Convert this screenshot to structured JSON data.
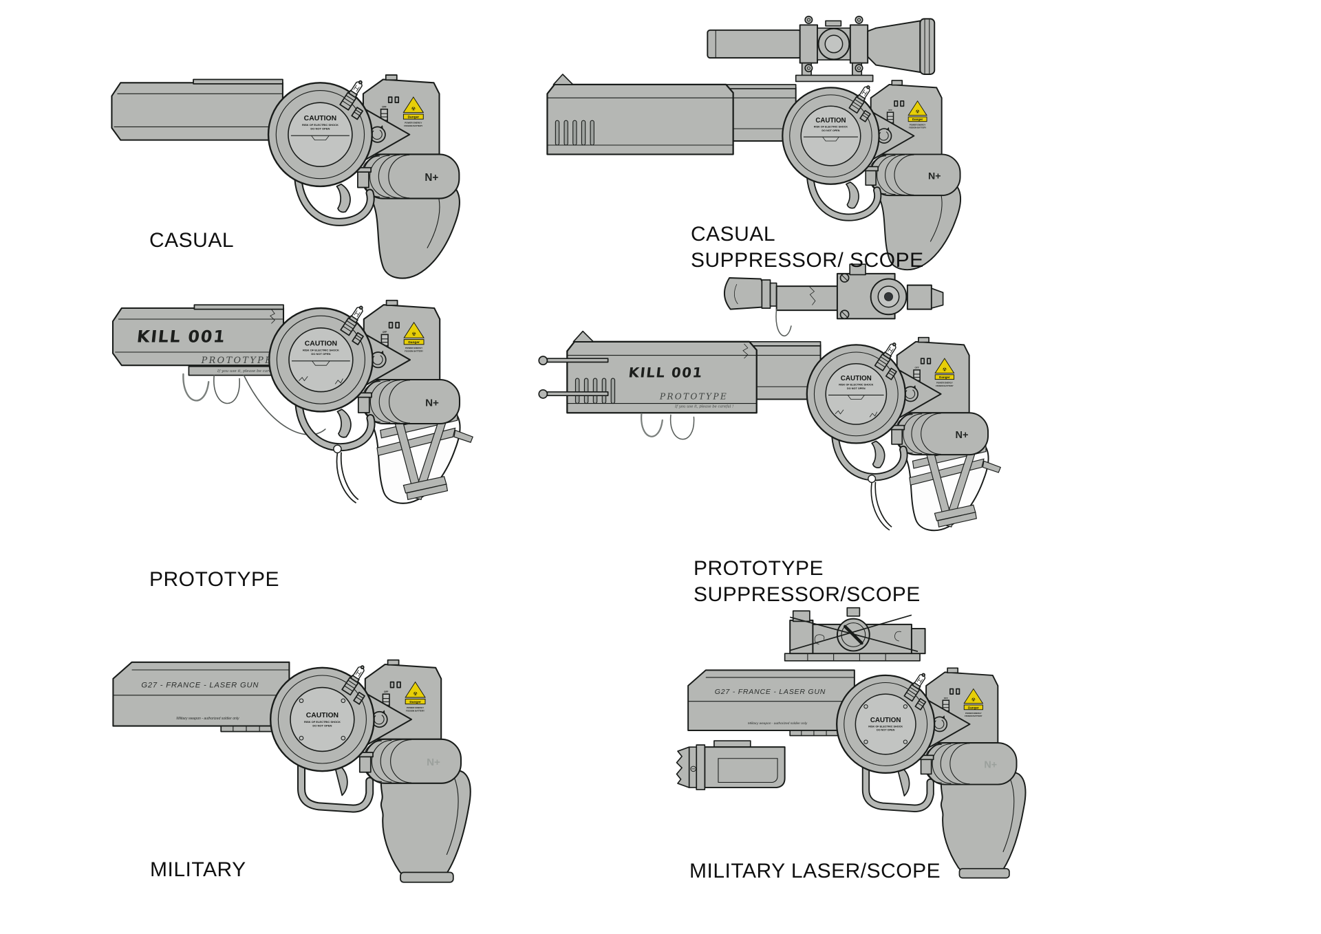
{
  "page": {
    "background": "#ffffff"
  },
  "colors": {
    "body_gray": "#b5b7b4",
    "inner_light_gray": "#c2c4c2",
    "outline": "#191c1a",
    "label_text": "#0f0f0f",
    "sticker_yellow": "#e7cf08",
    "faded_text": "#9ba09c",
    "handwriting": "#3c403e"
  },
  "gun_text": {
    "caution_title": "CAUTION",
    "caution_line1": "RISK OF ELECTRIC SHOCK",
    "caution_line2": "DO NOT OPEN",
    "radiation_symbol": "☢",
    "danger_word": "Danger",
    "power_line1": "POWER ENERGY",
    "power_line2": "FISSION BATTERY",
    "switch_off": "OFF",
    "switch_on": "ON",
    "battery_label": "N+",
    "prototype_graffiti": "KILL 001",
    "prototype_handwriting": "PROTOTYPE",
    "prototype_note": "If you use it, please be careful !",
    "military_engraving": "G27 - FRANCE - LASER GUN",
    "military_small_print": "Military weapon - authorized soldier only"
  },
  "figures": [
    {
      "id": "casual",
      "variant": "casual",
      "attachments": [],
      "label_lines": [
        "CASUAL"
      ]
    },
    {
      "id": "casual-suppressor-scope",
      "variant": "casual",
      "attachments": [
        "suppressor",
        "scope"
      ],
      "label_lines": [
        "CASUAL",
        "SUPPRESSOR/ SCOPE"
      ]
    },
    {
      "id": "prototype",
      "variant": "prototype",
      "attachments": [],
      "label_lines": [
        "PROTOTYPE"
      ]
    },
    {
      "id": "prototype-suppressor-scope",
      "variant": "prototype",
      "attachments": [
        "suppressor",
        "scope"
      ],
      "label_lines": [
        "PROTOTYPE",
        "SUPPRESSOR/SCOPE"
      ]
    },
    {
      "id": "military",
      "variant": "military",
      "attachments": [],
      "label_lines": [
        "MILITARY"
      ]
    },
    {
      "id": "military-laser-scope",
      "variant": "military",
      "attachments": [
        "laser",
        "scope"
      ],
      "label_lines": [
        "MILITARY LASER/SCOPE"
      ]
    }
  ]
}
